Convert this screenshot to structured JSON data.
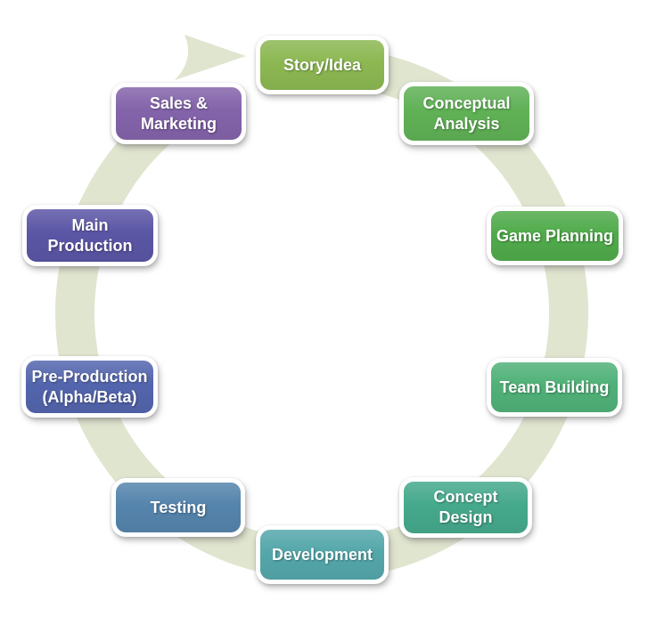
{
  "diagram": {
    "ring_color": "#e0e5cf",
    "text_color": "#ffffff",
    "steps": [
      {
        "label": "Story/Idea",
        "lines": [
          "Story/Idea"
        ],
        "color": "#8cb852"
      },
      {
        "label": "Conceptual Analysis",
        "lines": [
          "Conceptual",
          "Analysis"
        ],
        "color": "#60b156"
      },
      {
        "label": "Game Planning",
        "lines": [
          "Game Planning"
        ],
        "color": "#50ab4b"
      },
      {
        "label": "Team Building",
        "lines": [
          "Team Building"
        ],
        "color": "#50b178"
      },
      {
        "label": "Concept Design",
        "lines": [
          "Concept",
          "Design"
        ],
        "color": "#45a98c"
      },
      {
        "label": "Development",
        "lines": [
          "Development"
        ],
        "color": "#54a7aa"
      },
      {
        "label": "Testing",
        "lines": [
          "Testing"
        ],
        "color": "#5584ac"
      },
      {
        "label": "Pre-Production (Alpha/Beta)",
        "lines": [
          "Pre-Production",
          "(Alpha/Beta)"
        ],
        "color": "#5365ad"
      },
      {
        "label": "Main Production",
        "lines": [
          "Main",
          "Production"
        ],
        "color": "#5b56a5"
      },
      {
        "label": "Sales & Marketing",
        "lines": [
          "Sales &",
          "Marketing"
        ],
        "color": "#8363aa"
      }
    ]
  }
}
